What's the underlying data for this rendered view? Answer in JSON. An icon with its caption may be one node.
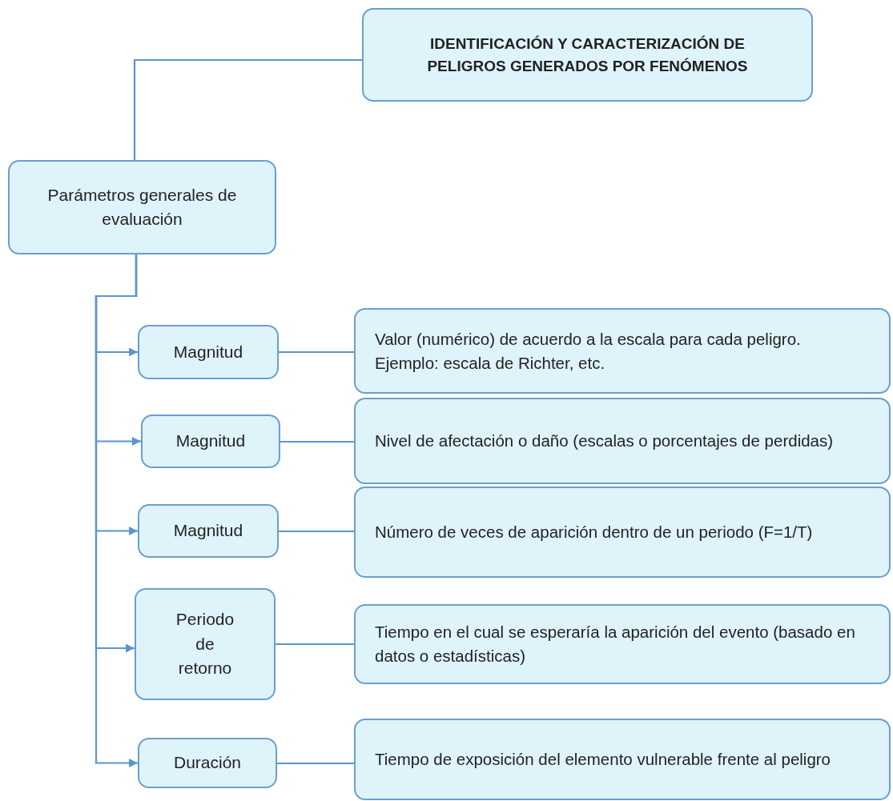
{
  "diagram": {
    "nodes": [
      {
        "text": [
          "IDENTIFICACIÓN Y CARACTERIZACIÓN DE PELIGROS GENERADOS POR FENÓMENOS"
        ]
      },
      {
        "text": [
          "Parámetros generales de evaluación"
        ]
      },
      {
        "text": [
          "Magnitud"
        ]
      },
      {
        "text": [
          "Magnitud"
        ]
      },
      {
        "text": [
          "Magnitud"
        ]
      },
      {
        "text": [
          "Periodo de retorno"
        ]
      },
      {
        "text": [
          "Duración"
        ]
      },
      {
        "text": [
          "Valor (numérico) de acuerdo a la escala para cada peligro. Ejemplo: escala de Richter, etc."
        ]
      },
      {
        "text": [
          "Nivel de afectación o daño (escalas o porcentajes de perdidas)"
        ]
      },
      {
        "text": [
          "Número de veces de aparición dentro de un periodo (F=1/T)"
        ]
      },
      {
        "text": [
          "Tiempo en el cual se esperaría la aparición del evento (basado en datos o estadísticas)"
        ]
      },
      {
        "text": [
          "Tiempo de exposición del elemento vulnerable frente al peligro"
        ]
      }
    ],
    "edges": [
      {
        "from": 0,
        "to": 1,
        "arrow": "none"
      },
      {
        "from": 1,
        "to": 2,
        "arrow": "to"
      },
      {
        "from": 1,
        "to": 3,
        "arrow": "to"
      },
      {
        "from": 1,
        "to": 4,
        "arrow": "to"
      },
      {
        "from": 1,
        "to": 5,
        "arrow": "to"
      },
      {
        "from": 1,
        "to": 6,
        "arrow": "to"
      },
      {
        "from": 2,
        "to": 7,
        "arrow": "none"
      },
      {
        "from": 3,
        "to": 8,
        "arrow": "none"
      },
      {
        "from": 4,
        "to": 9,
        "arrow": "none"
      },
      {
        "from": 5,
        "to": 10,
        "arrow": "none"
      },
      {
        "from": 6,
        "to": 11,
        "arrow": "none"
      }
    ]
  }
}
